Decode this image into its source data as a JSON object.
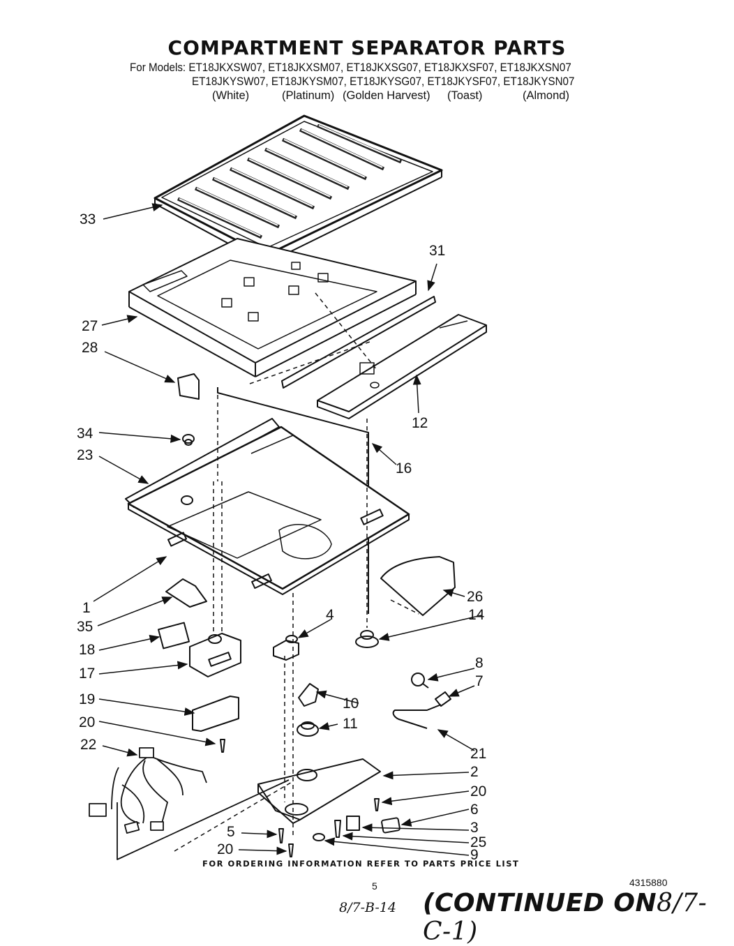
{
  "header": {
    "title": "COMPARTMENT SEPARATOR PARTS",
    "models_line1": "For Models: ET18JKXSW07, ET18JKXSM07, ET18JKXSG07, ET18JKXSF07, ET18JKXSN07",
    "models_line2": "ET18JKYSW07, ET18JKYSM07, ET18JKYSG07, ET18JKYSF07, ET18JKYSN07",
    "colors": [
      "(White)",
      "(Platinum)",
      "(Golden Harvest)",
      "(Toast)",
      "(Almond)"
    ]
  },
  "part_labels": [
    "33",
    "31",
    "27",
    "28",
    "12",
    "34",
    "23",
    "16",
    "1",
    "26",
    "35",
    "14",
    "4",
    "18",
    "17",
    "8",
    "7",
    "10",
    "19",
    "11",
    "20",
    "22",
    "21",
    "2",
    "20",
    "6",
    "5",
    "3",
    "25",
    "20",
    "9"
  ],
  "footer": {
    "ordering_note": "FOR ORDERING INFORMATION REFER TO PARTS PRICE LIST",
    "page_number": "5",
    "document_number": "4315880",
    "handwritten_ref": "8/7-B-14",
    "continued_prefix": "(CONTINUED ON",
    "continued_ref": "8/7-C-1)"
  }
}
